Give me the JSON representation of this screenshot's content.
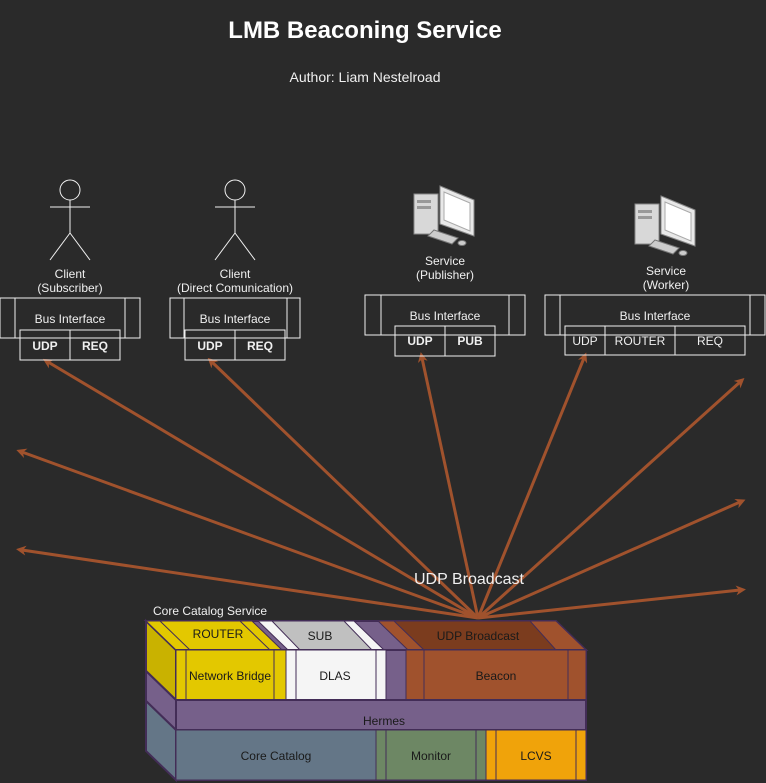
{
  "title": "LMB Beaconing Service",
  "author": "Author: Liam Nestelroad",
  "actors": [
    {
      "label_line1": "Client",
      "label_line2": "(Subscriber)",
      "bus": "Bus Interface",
      "ports": [
        "UDP",
        "REQ"
      ]
    },
    {
      "label_line1": "Client",
      "label_line2": "(Direct Comunication)",
      "bus": "Bus Interface",
      "ports": [
        "UDP",
        "REQ"
      ]
    },
    {
      "label_line1": "Service",
      "label_line2": "(Publisher)",
      "bus": "Bus Interface",
      "ports": [
        "UDP",
        "PUB"
      ]
    },
    {
      "label_line1": "Service",
      "label_line2": "(Worker)",
      "bus": "Bus Interface",
      "ports": [
        "UDP",
        "ROUTER",
        "REQ"
      ]
    }
  ],
  "broadcast_label": "UDP Broadcast",
  "core": {
    "title": "Core Catalog Service",
    "router": "ROUTER",
    "sub": "SUB",
    "udp_broadcast": "UDP Broadcast",
    "network_bridge": "Network Bridge",
    "dlas": "DLAS",
    "beacon": "Beacon",
    "hermes": "Hermes",
    "core_catalog": "Core Catalog",
    "monitor": "Monitor",
    "lcvs": "LCVS"
  },
  "colors": {
    "background": "#2a2a2a",
    "arrow": "#a0522d",
    "router": "#e3c800",
    "dlas": "#f5f5f5",
    "beacon": "#a0522d",
    "hermes": "#76608a",
    "core_catalog": "#647687",
    "monitor": "#6d8764",
    "lcvs": "#f0a30a"
  }
}
